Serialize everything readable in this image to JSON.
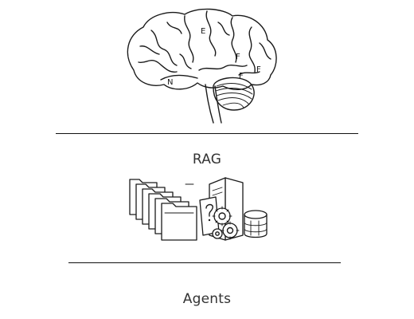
{
  "brain": {
    "letters": [
      "E",
      "F",
      "F",
      "F",
      "N"
    ]
  },
  "rag": {
    "label": "RAG"
  },
  "agents": {
    "label": "Agents"
  },
  "colors": {
    "ink": "#1a1a1a",
    "text": "#333333",
    "background": "#ffffff"
  }
}
